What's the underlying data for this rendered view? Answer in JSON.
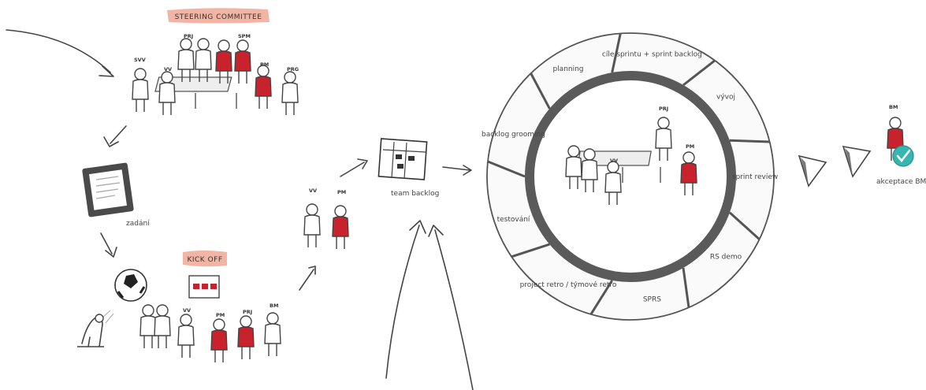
{
  "banners": {
    "steering": "STEERING COMMITTEE",
    "kickoff": "KICK OFF"
  },
  "labels": {
    "zadani": "zadání",
    "team_backlog": "team backlog",
    "akceptace": "akceptace BM"
  },
  "cycle_segments": [
    "cíle sprintu + sprint backlog",
    "vývoj",
    "sprint review",
    "RS demo",
    "SPRS",
    "project retro / týmové retro",
    "testování",
    "backlog grooming",
    "planning"
  ],
  "roles": {
    "prj": "PRJ",
    "spm": "SPM",
    "svv": "SVV",
    "vv": "VV",
    "pm": "PM",
    "prg": "PRG",
    "bm": "BM"
  },
  "colors": {
    "accent_red": "#c8232c",
    "banner_pink": "#f2b4a4",
    "check_teal": "#35b7b0",
    "ring_dark": "#5a5a5a",
    "arrow_gray": "#8a8a8a"
  }
}
